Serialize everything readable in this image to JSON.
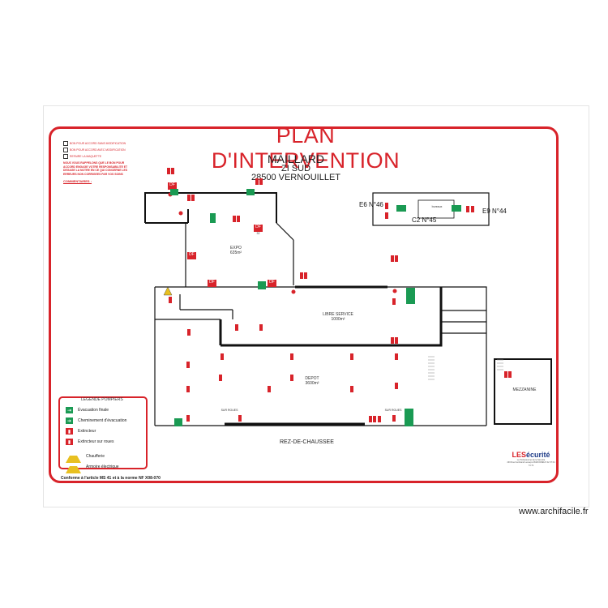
{
  "header": {
    "title": "PLAN D'INTERVENTION",
    "client_name": "MAILLARD",
    "client_line1": "ZI SUD",
    "client_line2": "28500 VERNOUILLET"
  },
  "approval": {
    "options": [
      "BON POUR ACCORD SANS MODIFICATION",
      "BON POUR ACCORD AVEC MODIFICATION",
      "REFAIRE LA MAQUETTE"
    ],
    "note": "NOUS VOUS RAPPELONS QUE LE BON POUR ACCORD ENGAGE VOTRE RESPONSABILITE ET DEGAGE LA NOTRE EN CE QUI CONCERNE LES ERREURS NON CORRIGEES PAR VOS SOINS",
    "comments_label": "COMMENTAIRES :"
  },
  "rooms": {
    "expo_name": "EXPO",
    "expo_area": "635m²",
    "libre_name": "LIBRE SERVICE",
    "libre_area": "1000m²",
    "depot_name": "DEPOT",
    "depot_area": "3600m²",
    "mezzanine": "MEZZANINE",
    "rdc": "REZ-DE-CHAUSSEE",
    "sur_roues_1": "SUR ROUES",
    "sur_roues_2": "SUR ROUES",
    "small_1": "DF",
    "small_2": "DF",
    "small_3": "DF",
    "small_4": "DF",
    "small_5": "DF",
    "small_area": "32"
  },
  "inset": {
    "label_e6": "E6 N°46",
    "label_e9": "E9 N°44",
    "label_c2": "C2 N°45",
    "inner": "bureaux"
  },
  "legend": {
    "title": "LEGENDE POMPIERS",
    "items": [
      {
        "icon": "exit-icon",
        "label": "Évacuation finale"
      },
      {
        "icon": "arrow-right-icon",
        "label": "Cheminement d'évacuation"
      },
      {
        "icon": "extinguisher-icon",
        "label": "Extincteur"
      },
      {
        "icon": "wheeled-extinguisher-icon",
        "label": "Extincteur sur roues"
      },
      {
        "icon": "boiler-warning-icon",
        "label": "Chaufferie"
      },
      {
        "icon": "electrical-warning-icon",
        "label": "Armoire électrique"
      }
    ]
  },
  "footer": {
    "conformity": "Conforme à l'article MS 41 et à la norme NF X08-070",
    "brand_a": "LES",
    "brand_b": "écurité",
    "brand_sub": "Le Professionnel de la Sécurité",
    "address": "293 Rue Ferdinand Lesseps 28109 DREUX 02 37 64 74 72",
    "watermark": "www.archifacile.fr"
  },
  "colors": {
    "red": "#d8232a",
    "green": "#1a9a53",
    "wall": "#111111",
    "warning": "#e8c020"
  }
}
